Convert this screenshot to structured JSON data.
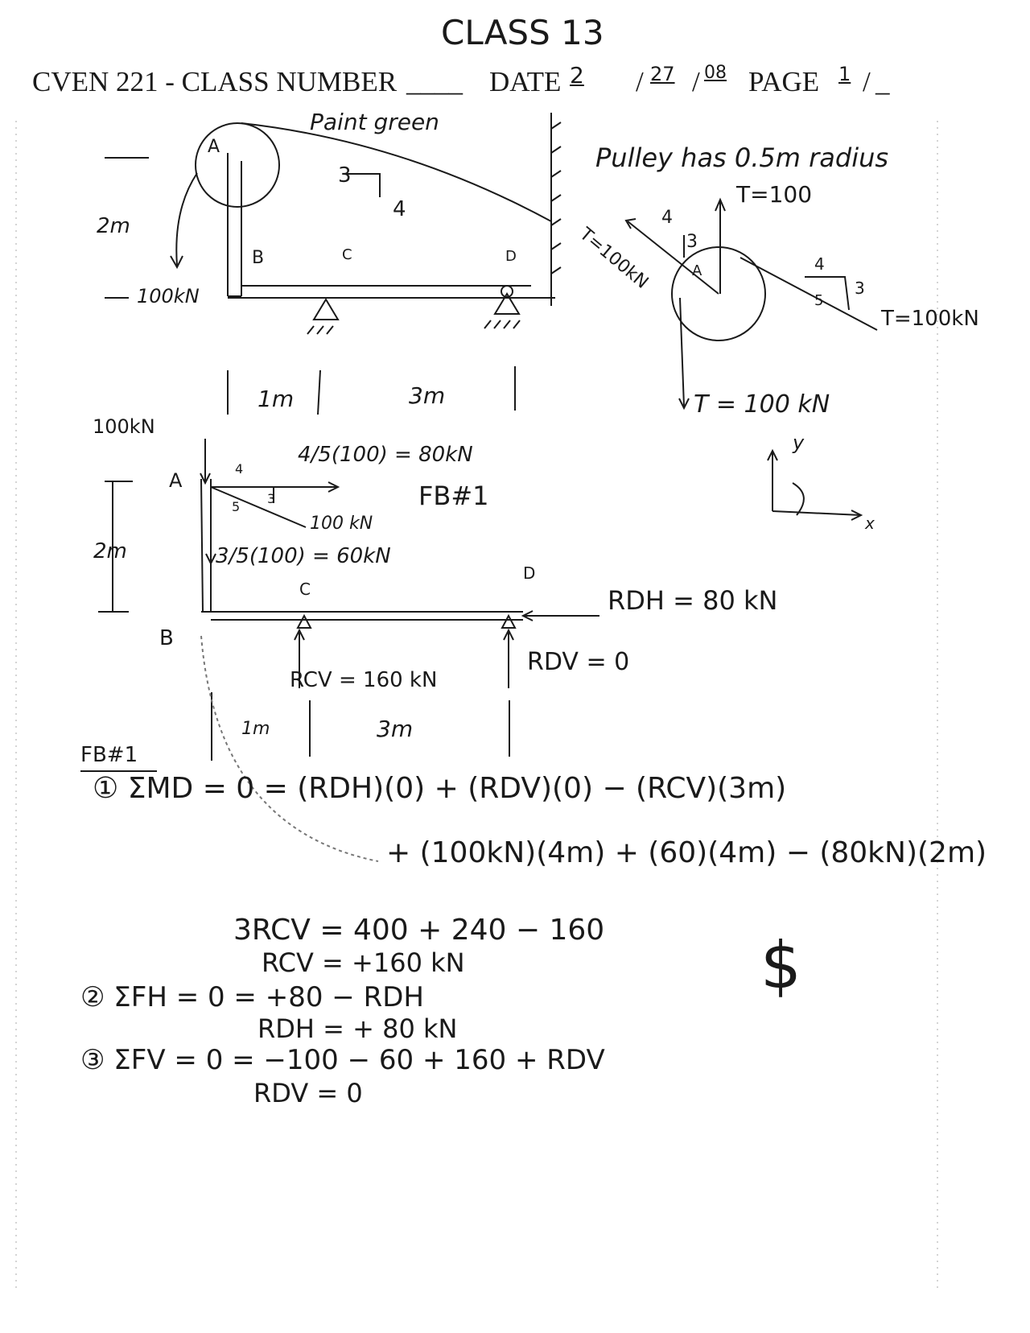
{
  "title": "CLASS 13",
  "header": {
    "course": "CVEN 221 - CLASS NUMBER",
    "class_number": "____",
    "date_label": "DATE",
    "date_month": "2",
    "date_day": "27",
    "date_year": "08",
    "page_label": "PAGE",
    "page_number": "1",
    "page_total": "_"
  },
  "top_figure": {
    "note": "Paint green",
    "joint_a": "A",
    "joint_b": "B",
    "joint_c": "C",
    "joint_d": "D",
    "slope_rise": "3",
    "slope_run": "4",
    "height": "2m",
    "load": "100kN"
  },
  "pulley_figure": {
    "note": "Pulley has 0.5m radius",
    "t_up": "T=100",
    "t_left": "T=100kN",
    "left_run": "4",
    "left_rise": "3",
    "right_run": "4",
    "right_rise": "3",
    "right_hyp": "5",
    "t_right": "T=100kN",
    "t_down": "T = 100 kN",
    "joint": "A"
  },
  "span_labels": {
    "left": "1m",
    "right": "3m"
  },
  "axes": {
    "y": "y",
    "x": "x"
  },
  "free_body": {
    "load": "100kN",
    "joint_a": "A",
    "run": "4",
    "rise": "3",
    "hyp": "5",
    "horiz_component": "4/5(100) = 80kN",
    "label": "FB#1",
    "tension": "100 kN",
    "vert_component": "3/5(100) = 60kN",
    "height": "2m",
    "joint_c": "C",
    "joint_d": "D",
    "joint_b": "B",
    "rdh": "RDH = 80 kN",
    "rcv": "RCV = 160 kN",
    "rdv": "RDV = 0",
    "span_left": "1m",
    "span_right": "3m"
  },
  "equations": {
    "label": "FB#1",
    "eq1": "① ΣMD = 0 = (RDH)(0) + (RDV)(0) − (RCV)(3m)",
    "eq1_cont": "+ (100kN)(4m) + (60)(4m) − (80kN)(2m)",
    "eq1_a": "3RCV = 400 + 240 − 160",
    "eq1_b": "RCV = +160 kN",
    "eq2": "② ΣFH = 0 = +80 − RDH",
    "eq2_b": "RDH = + 80 kN",
    "eq3": "③ ΣFV = 0 = −100 − 60 + 160 + RDV",
    "eq3_b": "RDV = 0",
    "dollar": "$"
  }
}
